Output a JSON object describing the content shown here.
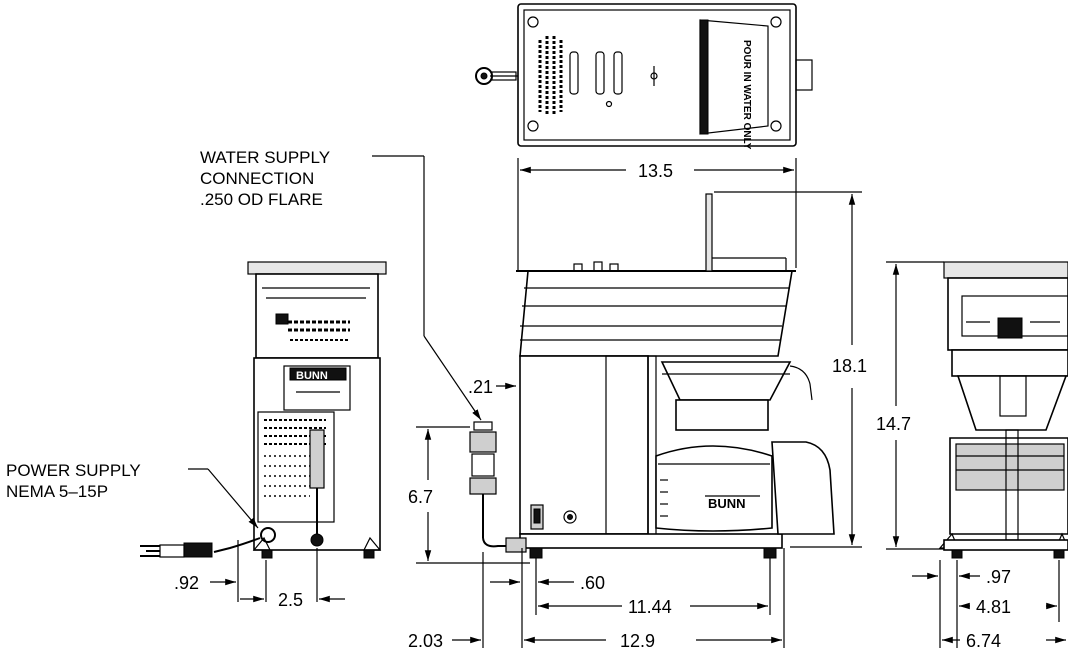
{
  "callouts": {
    "water_line1": "WATER SUPPLY",
    "water_line2": "CONNECTION",
    "water_line3": ".250 OD FLARE",
    "power_line1": "POWER SUPPLY",
    "power_line2": "NEMA 5–15P"
  },
  "dimensions": {
    "top_width": "13.5",
    "overall_height": "18.1",
    "side_height": "14.7",
    "offset_21": ".21",
    "water_height": "6.7",
    "foot_60": ".60",
    "base_1144": "11.44",
    "base_129": "12.9",
    "offset_203": "2.03",
    "cord_92": ".92",
    "cord_25": "2.5",
    "side_97": ".97",
    "side_481": "4.81",
    "side_674": "6.74"
  },
  "labels": {
    "brand": "BUNN",
    "lid_text": "POUR IN WATER ONLY"
  }
}
